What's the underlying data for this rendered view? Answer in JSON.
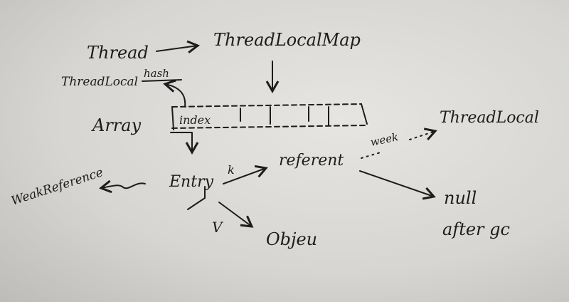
{
  "labels": {
    "thread": "Thread",
    "thread_local_map": "ThreadLocalMap",
    "thread_local": "ThreadLocal",
    "hash": "hash",
    "array": "Array",
    "index": "index",
    "thread_local_right": "ThreadLocal",
    "weak": "week",
    "entry": "Entry",
    "k": "k",
    "referent": "referent",
    "weak_reference": "WeakReference",
    "null": "null",
    "after_gc": "after gc",
    "v": "V",
    "object": "Objeu"
  }
}
